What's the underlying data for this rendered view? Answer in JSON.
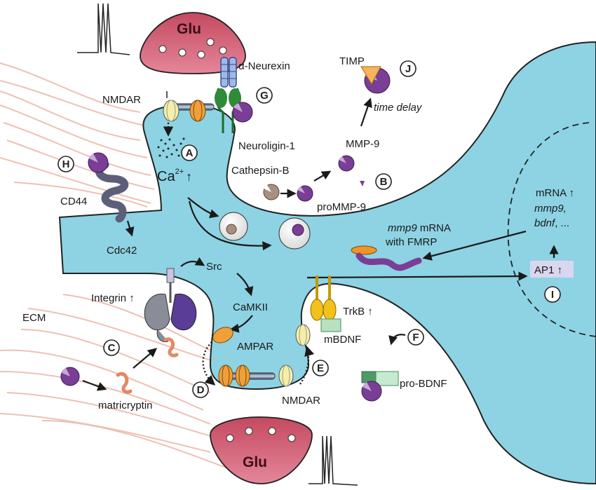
{
  "labels": {
    "glu_top": "Glu",
    "glu_bottom": "Glu",
    "alpha_neurexin": "α-Neurexin",
    "timp": "TIMP",
    "time_delay": "time delay",
    "nmdar_top": "NMDAR",
    "neuroligin": "Neuroligin-1",
    "mmp9": "MMP-9",
    "cathepsin": "Cathepsin-B",
    "prommp9": "proMMP-9",
    "ca": "Ca",
    "ca_sup": "2+",
    "ca_arrow": "↑",
    "cd44": "CD44",
    "cdc42": "Cdc42",
    "mmp9_mrna_italic": "mmp9",
    "mmp9_mrna_rest": " mRNA",
    "with_fmrp": "with FMRP",
    "mrna": "mRNA ↑",
    "mmp9_gene": "mmp9,",
    "bdnf_gene": "bdnf",
    "bdnf_rest": ", ...",
    "src": "Src",
    "ap1": "AP1 ↑",
    "integrin": "Integrin ↑",
    "camkii": "CaMKII",
    "trkb": "TrkB ↑",
    "ecm": "ECM",
    "ampar": "AMPAR",
    "mbdnf": "mBDNF",
    "probdnf": "pro-BDNF",
    "matricryptin": "matricryptin",
    "nmdar_bottom": "NMDAR"
  },
  "markers": [
    "A",
    "B",
    "C",
    "D",
    "E",
    "F",
    "G",
    "H",
    "I",
    "J"
  ],
  "colors": {
    "neuron": "#8dd3e3",
    "bouton": "#d9667b",
    "ecm_fiber": "#eab7a8",
    "mmp_purple": "#7a3e96",
    "cd44_gray": "#5d5f7a",
    "receptor_green": "#2f8a3a",
    "nmdar_yellow": "#f4efa8",
    "ampar_orange": "#f0a03a",
    "trkb_yellow": "#f2c21a",
    "ap1_box": "#d9d6f0"
  }
}
